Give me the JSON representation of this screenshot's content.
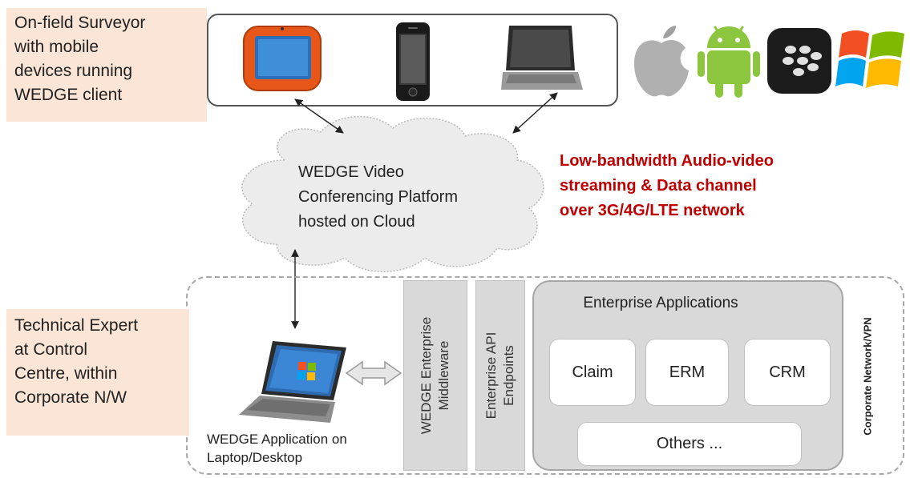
{
  "top_note": {
    "lines": [
      "On-field Surveyor",
      "with mobile",
      "devices running",
      "WEDGE client"
    ]
  },
  "bottom_note": {
    "lines": [
      "Technical Expert",
      "at Control",
      "Centre, within",
      "Corporate N/W"
    ]
  },
  "cloud": {
    "lines": [
      "WEDGE Video",
      "Conferencing Platform",
      "hosted on Cloud"
    ]
  },
  "network_note": {
    "lines": [
      "Low-bandwidth Audio-video",
      "streaming & Data channel",
      "over 3G/4G/LTE network"
    ],
    "color": "#c00000"
  },
  "devices": {
    "items": [
      "tablet-icon",
      "smartphone-icon",
      "laptop-icon"
    ]
  },
  "platforms": {
    "items": [
      "apple-logo-icon",
      "android-logo-icon",
      "blackberry-logo-icon",
      "windows-logo-icon"
    ]
  },
  "middleware": {
    "lines": [
      "WEDGE Enterprise",
      "Middleware"
    ]
  },
  "api": {
    "lines": [
      "Enterprise API",
      "Endpoints"
    ]
  },
  "enterprise": {
    "title": "Enterprise Applications",
    "apps": [
      "Claim",
      "ERM",
      "CRM"
    ],
    "others": "Others ..."
  },
  "corporate_label": "Corporate Network/VPN",
  "laptop_caption": {
    "lines": [
      "WEDGE Application on",
      "Laptop/Desktop"
    ]
  },
  "colors": {
    "note_bg": "#fbe5d6",
    "accent_red": "#c00000",
    "panel_gray": "#d9d9d9",
    "cloud_gray": "#ececec"
  }
}
